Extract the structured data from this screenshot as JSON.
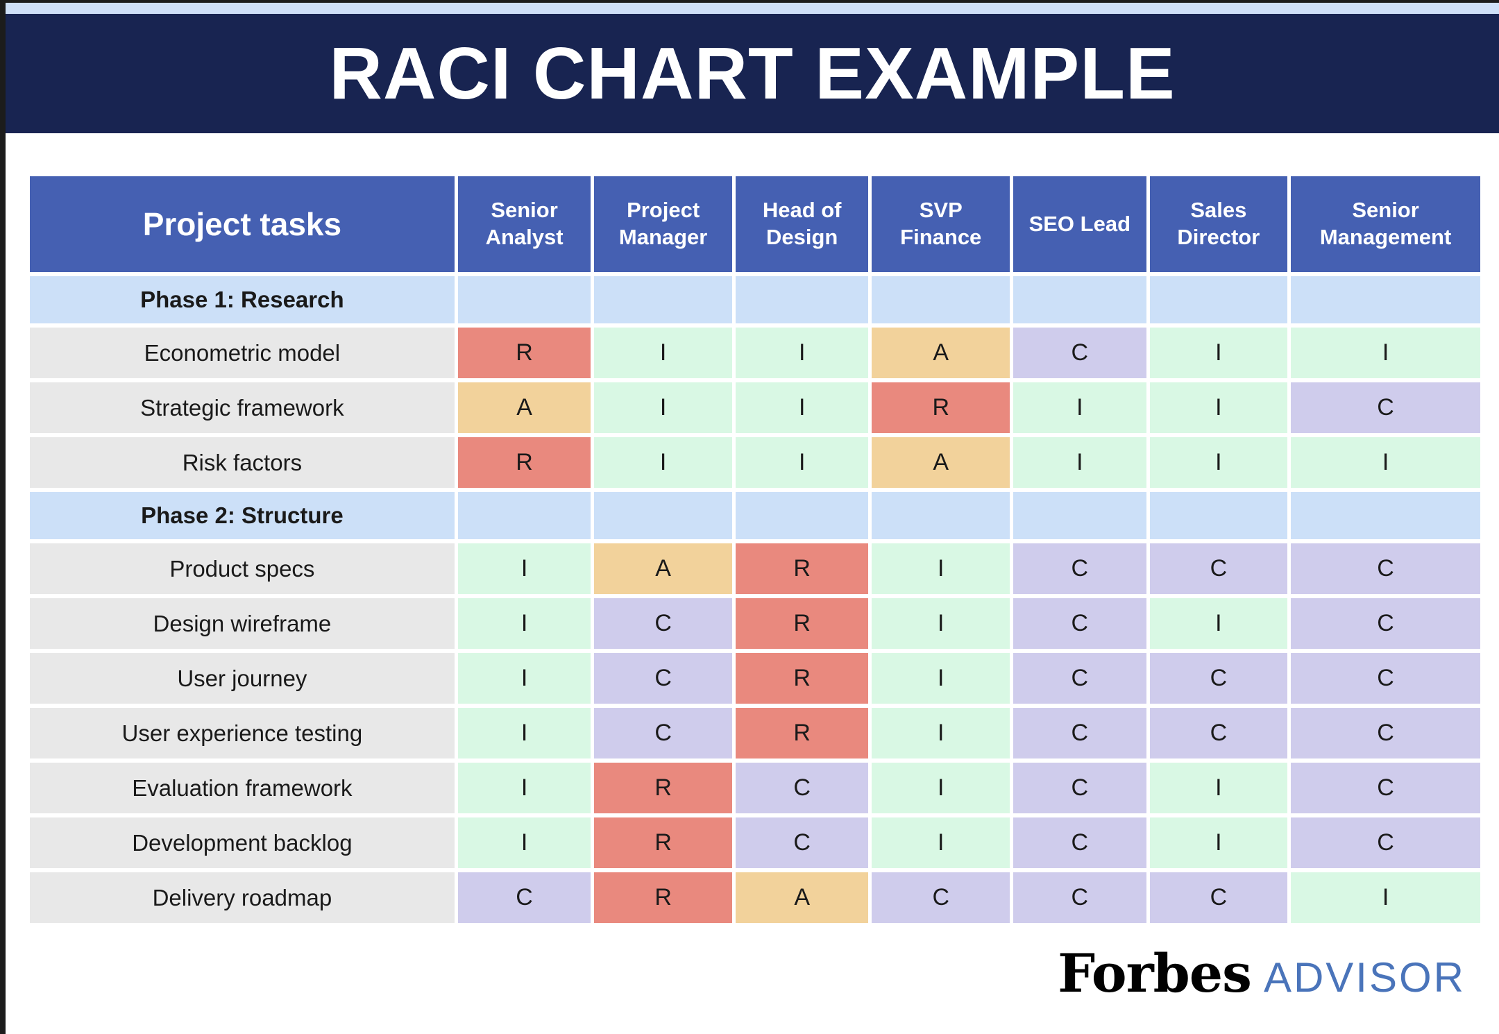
{
  "title": "RACI CHART EXAMPLE",
  "colors": {
    "top_strip_bg": "#cfe0f8",
    "banner_bg": "#182451",
    "banner_text": "#ffffff",
    "header_bg": "#4560b2",
    "header_text": "#ffffff",
    "phase_row_bg": "#cce0f8",
    "task_label_bg": "#e8e8e8",
    "cell_r": "#e9897e",
    "cell_a": "#f2d29b",
    "cell_c": "#cfccec",
    "cell_i": "#d9f8e4",
    "forbes_black": "#010101",
    "advisor_blue": "#4a74ba"
  },
  "chart_data": {
    "type": "table",
    "title": "RACI CHART EXAMPLE",
    "task_column_header": "Project tasks",
    "role_columns": [
      "Senior Analyst",
      "Project Manager",
      "Head of Design",
      "SVP Finance",
      "SEO Lead",
      "Sales Director",
      "Senior Management"
    ],
    "rows": [
      {
        "kind": "phase",
        "task": "Phase 1: Research",
        "values": []
      },
      {
        "kind": "task",
        "task": "Econometric model",
        "values": [
          "R",
          "I",
          "I",
          "A",
          "C",
          "I",
          "I"
        ]
      },
      {
        "kind": "task",
        "task": "Strategic framework",
        "values": [
          "A",
          "I",
          "I",
          "R",
          "I",
          "I",
          "C"
        ]
      },
      {
        "kind": "task",
        "task": "Risk factors",
        "values": [
          "R",
          "I",
          "I",
          "A",
          "I",
          "I",
          "I"
        ]
      },
      {
        "kind": "phase",
        "task": "Phase 2: Structure",
        "values": []
      },
      {
        "kind": "task",
        "task": "Product specs",
        "values": [
          "I",
          "A",
          "R",
          "I",
          "C",
          "C",
          "C"
        ]
      },
      {
        "kind": "task",
        "task": "Design wireframe",
        "values": [
          "I",
          "C",
          "R",
          "I",
          "C",
          "I",
          "C"
        ]
      },
      {
        "kind": "task",
        "task": "User journey",
        "values": [
          "I",
          "C",
          "R",
          "I",
          "C",
          "C",
          "C"
        ]
      },
      {
        "kind": "task",
        "task": "User experience testing",
        "values": [
          "I",
          "C",
          "R",
          "I",
          "C",
          "C",
          "C"
        ]
      },
      {
        "kind": "task",
        "task": "Evaluation framework",
        "values": [
          "I",
          "R",
          "C",
          "I",
          "C",
          "I",
          "C"
        ]
      },
      {
        "kind": "task",
        "task": "Development backlog",
        "values": [
          "I",
          "R",
          "C",
          "I",
          "C",
          "I",
          "C"
        ]
      },
      {
        "kind": "task",
        "task": "Delivery roadmap",
        "values": [
          "C",
          "R",
          "A",
          "C",
          "C",
          "C",
          "I"
        ]
      }
    ]
  },
  "footer": {
    "brand": "Forbes",
    "brand_suffix": "ADVISOR"
  }
}
